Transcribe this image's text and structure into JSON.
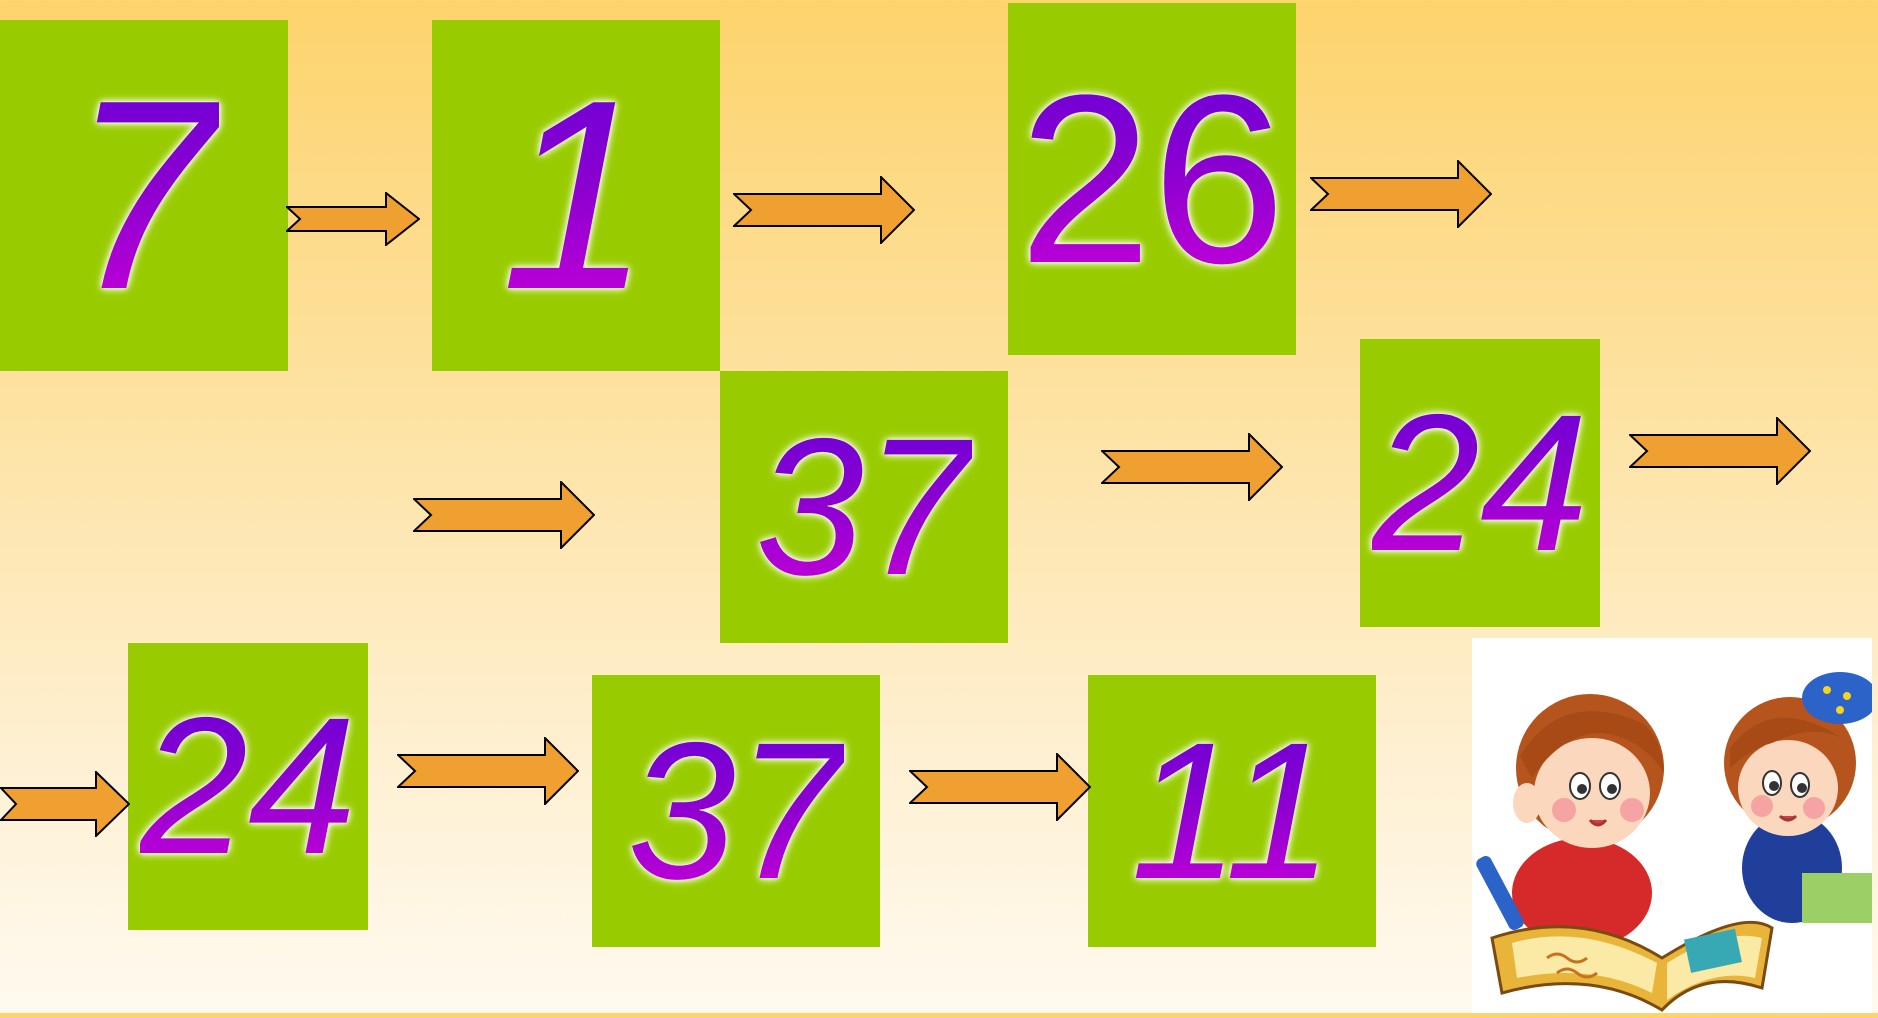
{
  "numbers": {
    "row1": [
      "7",
      "1",
      "26"
    ],
    "row2": [
      "37",
      "24"
    ],
    "row3": [
      "24",
      "37",
      "11"
    ]
  },
  "colors": {
    "box": "#99cc00",
    "arrow": "#f0a030",
    "digit_top": "#6a00d8",
    "digit_bottom": "#c800d8"
  },
  "illustration": "two-children-reading-book"
}
